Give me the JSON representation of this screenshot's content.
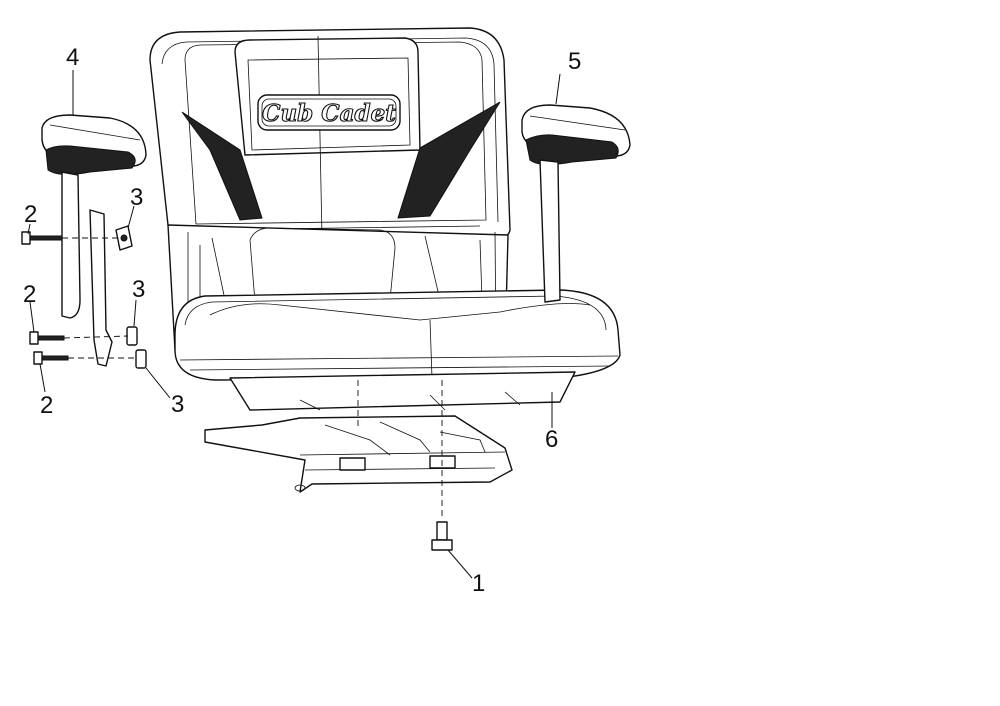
{
  "logo": {
    "text": "Cub Cadet"
  },
  "callouts": [
    {
      "id": "c4",
      "label": "4"
    },
    {
      "id": "c5",
      "label": "5"
    },
    {
      "id": "c2a",
      "label": "2"
    },
    {
      "id": "c3a",
      "label": "3"
    },
    {
      "id": "c2b",
      "label": "2"
    },
    {
      "id": "c3b",
      "label": "3"
    },
    {
      "id": "c2c",
      "label": "2"
    },
    {
      "id": "c3c",
      "label": "3"
    },
    {
      "id": "c6",
      "label": "6"
    },
    {
      "id": "c1",
      "label": "1"
    }
  ]
}
